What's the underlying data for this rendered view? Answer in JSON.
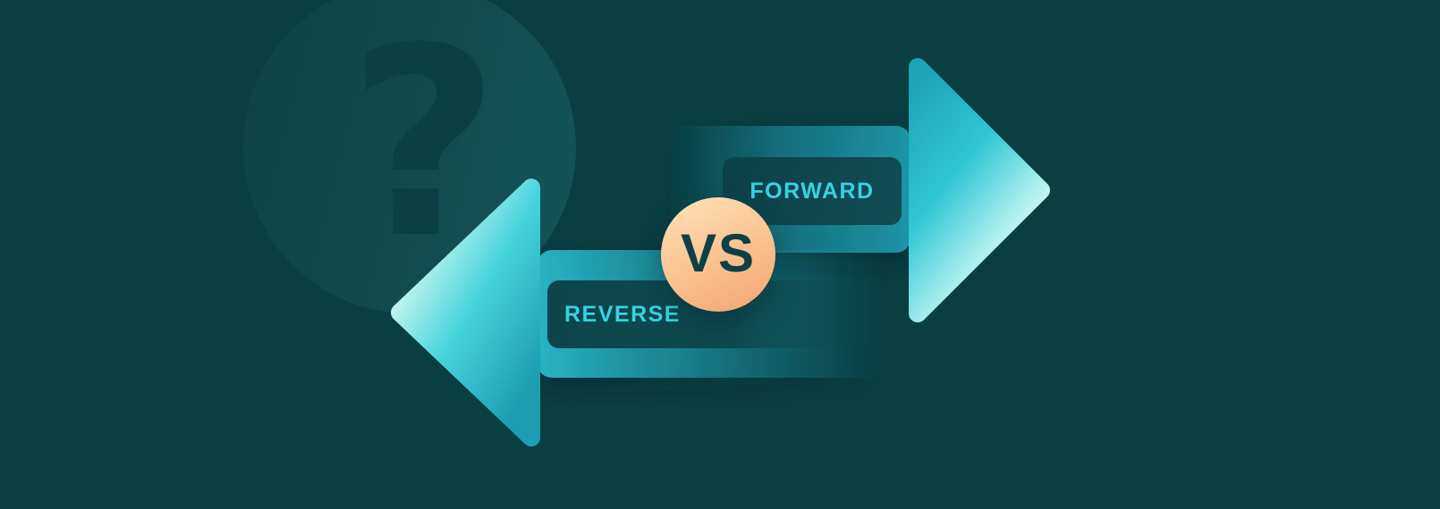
{
  "banner": {
    "kind": "forward-vs-reverse-comparison-graphic",
    "watermark": {
      "glyph": "?"
    },
    "arrows": {
      "forward": {
        "label": "FORWARD",
        "direction": "right"
      },
      "reverse": {
        "label": "REVERSE",
        "direction": "left"
      }
    },
    "vs_badge": {
      "label": "VS"
    },
    "colors": {
      "background": "#093e43",
      "watermark_circle": "#10484d",
      "watermark_glyph": "#0a4045",
      "arrow_head_teal": "#2fc6d4",
      "arrow_head_dark": "#1da2b4",
      "arrow_tip_light": "#eefdf7",
      "shaft_teal": "#1e95a7",
      "label_plate_dark": "#0d454d",
      "label_text_cyan": "#38d2e2",
      "vs_circle_light": "#ffddb4",
      "vs_circle_deep": "#f5a677",
      "vs_text_dark": "#0d4046"
    }
  }
}
